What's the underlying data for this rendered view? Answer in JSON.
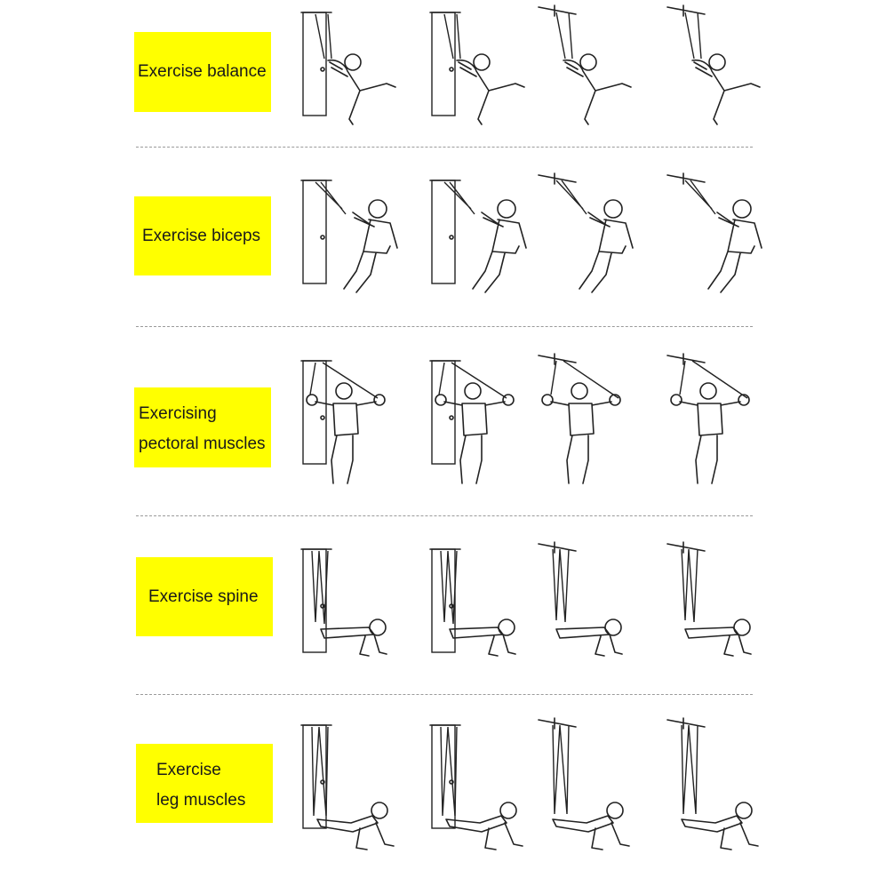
{
  "highlight_color": "#ffff00",
  "rows": [
    {
      "label_lines": [
        "Exercise balance"
      ],
      "pose": "balance"
    },
    {
      "label_lines": [
        "Exercise biceps"
      ],
      "pose": "biceps"
    },
    {
      "label_lines": [
        "Exercising",
        "pectoral muscles"
      ],
      "pose": "pectoral"
    },
    {
      "label_lines": [
        "Exercise spine"
      ],
      "pose": "spine"
    },
    {
      "label_lines": [
        "Exercise",
        "leg muscles"
      ],
      "pose": "legs"
    }
  ]
}
